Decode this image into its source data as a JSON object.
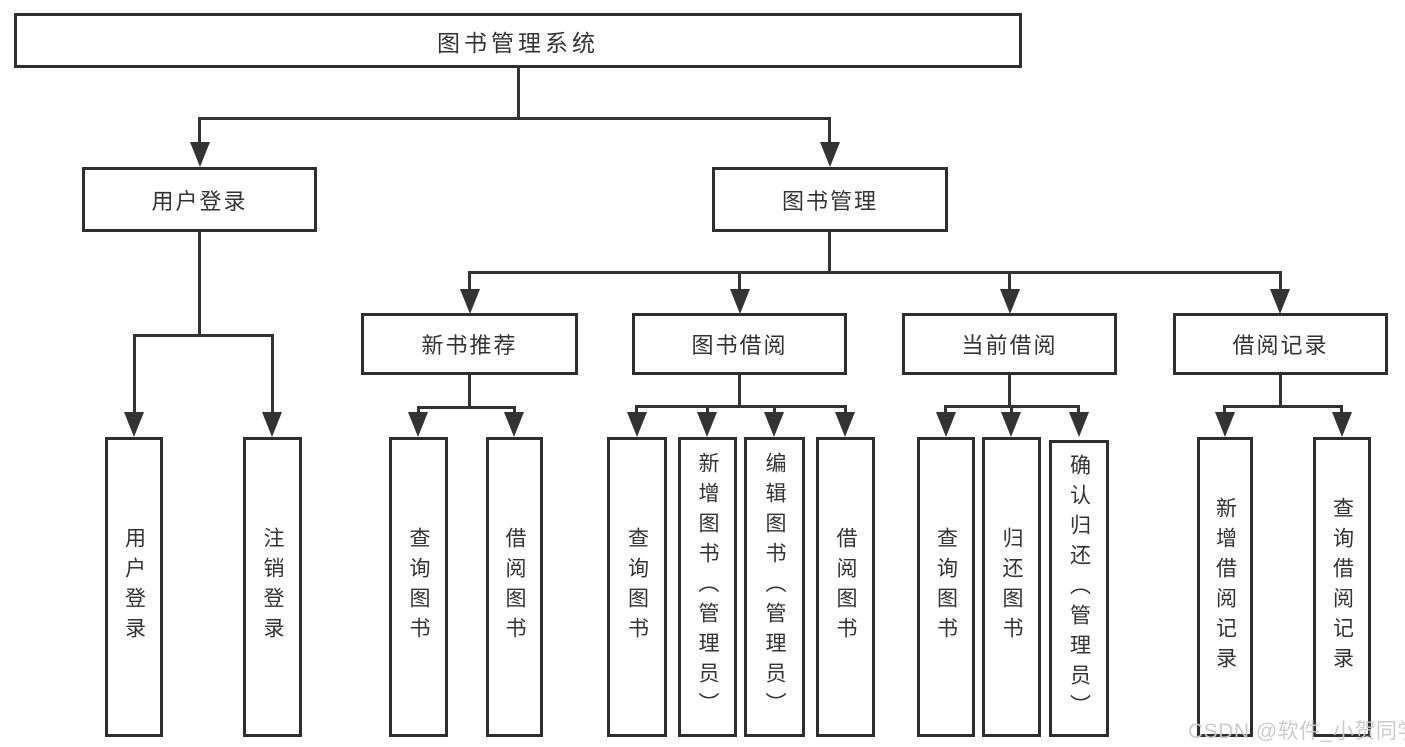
{
  "tree": {
    "root": {
      "label": "图书管理系统"
    },
    "children": [
      {
        "label": "用户登录",
        "children": [
          {
            "label": "用户登录"
          },
          {
            "label": "注销登录"
          }
        ]
      },
      {
        "label": "图书管理",
        "children": [
          {
            "label": "新书推荐",
            "children": [
              {
                "label": "查询图书"
              },
              {
                "label": "借阅图书"
              }
            ]
          },
          {
            "label": "图书借阅",
            "children": [
              {
                "label": "查询图书"
              },
              {
                "label": "新增图书（管理员）"
              },
              {
                "label": "编辑图书（管理员）"
              },
              {
                "label": "借阅图书"
              }
            ]
          },
          {
            "label": "当前借阅",
            "children": [
              {
                "label": "查询图书"
              },
              {
                "label": "归还图书"
              },
              {
                "label": "确认归还（管理员）"
              }
            ]
          },
          {
            "label": "借阅记录",
            "children": [
              {
                "label": "新增借阅记录"
              },
              {
                "label": "查询借阅记录"
              }
            ]
          }
        ]
      }
    ]
  },
  "watermark": {
    "text": "CSDN @软件_小贺同学",
    "color": "#c9c9c9"
  },
  "colors": {
    "line": "#333333",
    "box_border": "#2e2e2e",
    "text": "#333333",
    "background": "#ffffff"
  }
}
